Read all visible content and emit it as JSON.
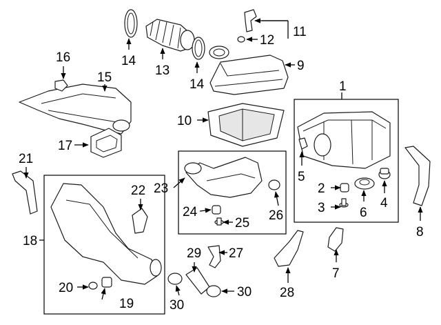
{
  "callouts": {
    "c1": "1",
    "c2": "2",
    "c3": "3",
    "c4": "4",
    "c5": "5",
    "c6": "6",
    "c7": "7",
    "c8": "8",
    "c9": "9",
    "c10": "10",
    "c11": "11",
    "c12": "12",
    "c13": "13",
    "c14a": "14",
    "c14b": "14",
    "c15": "15",
    "c16": "16",
    "c17": "17",
    "c18": "18",
    "c19": "19",
    "c20": "20",
    "c21": "21",
    "c22": "22",
    "c23": "23",
    "c24": "24",
    "c25": "25",
    "c26": "26",
    "c27": "27",
    "c28": "28",
    "c29": "29",
    "c30a": "30",
    "c30b": "30"
  }
}
